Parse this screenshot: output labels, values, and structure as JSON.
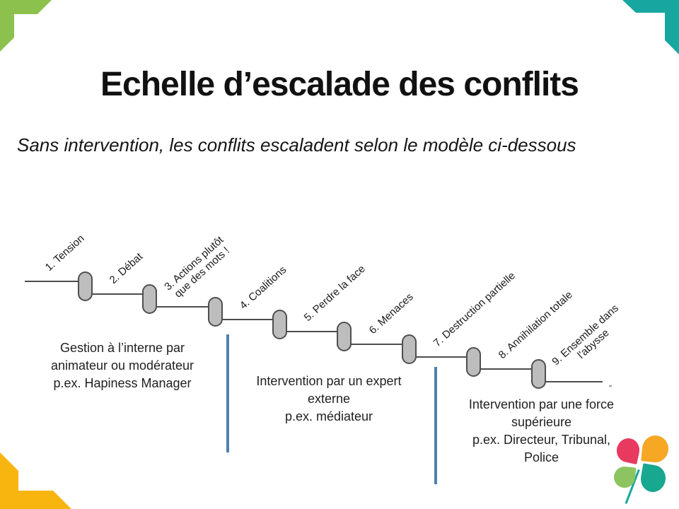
{
  "slide": {
    "title": "Echelle d’escalade des conflits",
    "subtitle": "Sans intervention, les conflits escaladent selon le modèle ci-dessous"
  },
  "stairs": {
    "steps": [
      "1. Tension",
      "2. Débat",
      "3. Actions plutôt\nque des mots !",
      "4. Coalitions",
      "5. Perdre la face",
      "6. Menaces",
      "7. Destruction partielle",
      "8. Annihilation totale",
      "9. Ensemble dans\nl'abysse"
    ]
  },
  "notes": [
    {
      "text": "Gestion à l’interne par\nanimateur ou modérateur\np.ex. Hapiness Manager"
    },
    {
      "text": "Intervention par un expert\nexterne\np.ex. médiateur"
    },
    {
      "text": "Intervention par une force\nsupérieure\np.ex. Directeur, Tribunal,\nPolice"
    }
  ],
  "colors": {
    "corner_top_left_green": "#8dc14e",
    "corner_top_right_teal": "#18a7a0",
    "corner_bottom_left_yellow": "#f8b510",
    "divider_blue": "#4e81ad",
    "step_pill_gray": "#bdbdbd",
    "step_line_gray": "#4d4d4d",
    "logo_pink": "#e8395f",
    "logo_orange": "#f6a724",
    "logo_green": "#8cc462",
    "logo_teal": "#18a78f"
  }
}
